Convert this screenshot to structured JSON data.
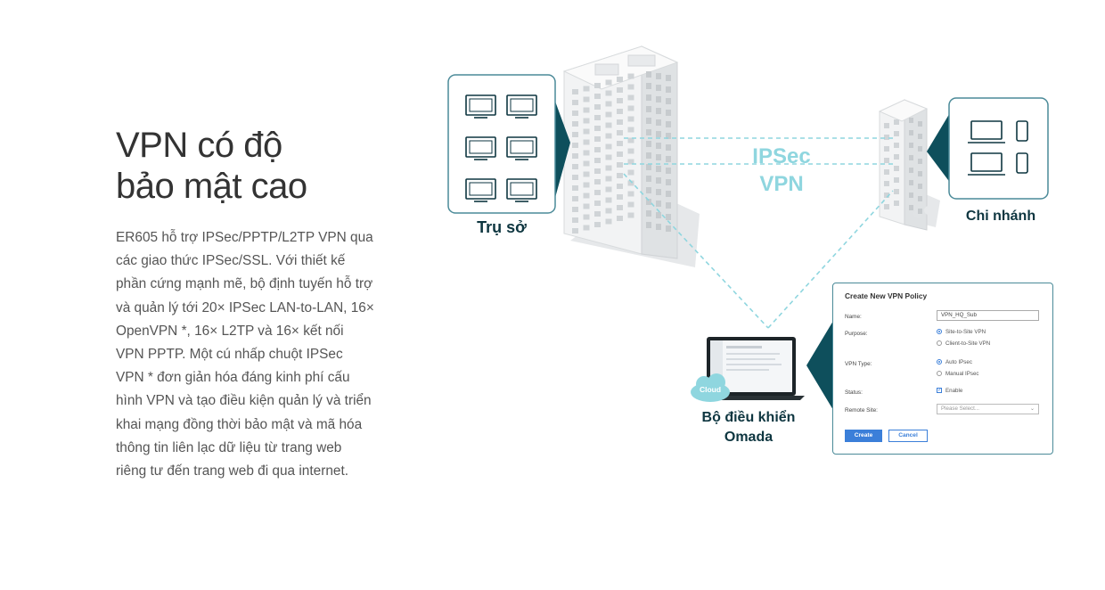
{
  "heading": {
    "line1": "VPN có độ",
    "line2": "bảo mật cao"
  },
  "description": "ER605 hỗ trợ IPSec/PPTP/L2TP VPN qua các giao thức IPSec/SSL. Với thiết kế phần cứng mạnh mẽ, bộ định tuyến hỗ trợ và quản lý tới 20× IPSec LAN-to-LAN, 16× OpenVPN *, 16× L2TP và 16× kết nối VPN PPTP. Một cú nhấp chuột IPSec VPN * đơn giản hóa đáng kinh phí cấu hình VPN và tạo điều kiện quản lý và triển khai mạng đồng thời bảo mật và mã hóa thông tin liên lạc dữ liệu từ trang web riêng tư đến trang web đi qua internet.",
  "diagram": {
    "hq_label": "Trụ sở",
    "branch_label": "Chi nhánh",
    "vpn_line1": "IPSec",
    "vpn_line2": "VPN",
    "controller_line1": "Bộ điều khiển",
    "controller_line2": "Omada",
    "cloud_label": "Cloud",
    "colors": {
      "teal_dark": "#0e4f5c",
      "teal_light": "#8fd6df",
      "accent_blue": "#3b7fd9"
    }
  },
  "vpn_form": {
    "title": "Create New VPN Policy",
    "name_label": "Name:",
    "name_value": "VPN_HQ_Sub",
    "purpose_label": "Purpose:",
    "purpose_option1": "Site-to-Site VPN",
    "purpose_option2": "Client-to-Site VPN",
    "vpntype_label": "VPN Type:",
    "vpntype_option1": "Auto IPsec",
    "vpntype_option2": "Manual IPsec",
    "status_label": "Status:",
    "status_value": "Enable",
    "remote_label": "Remote Site:",
    "remote_placeholder": "Please Select...",
    "create_label": "Create",
    "cancel_label": "Cancel"
  }
}
